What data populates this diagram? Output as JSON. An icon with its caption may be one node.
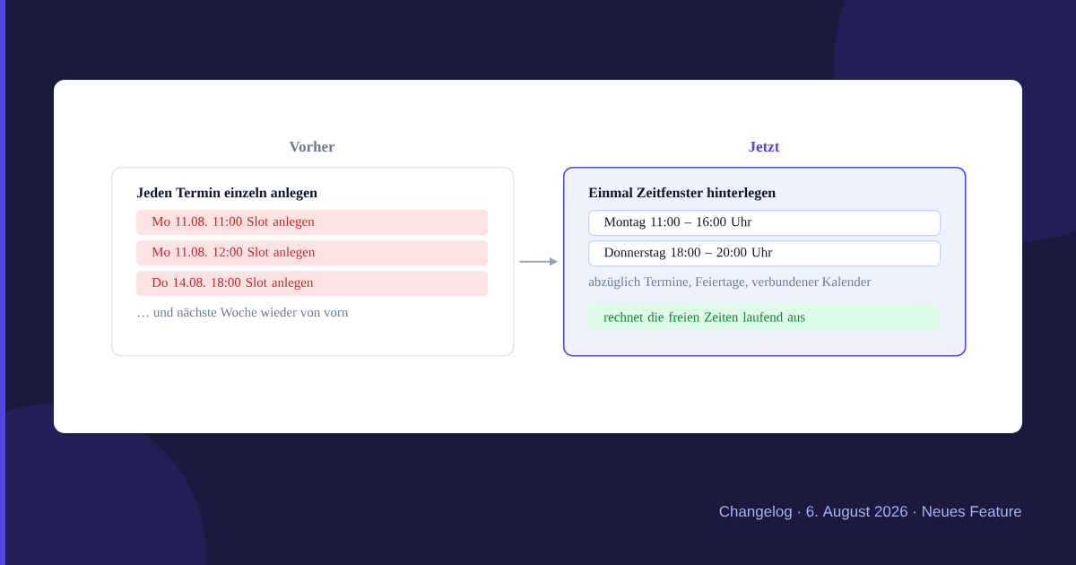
{
  "diagram": {
    "nodes": [
      {
        "text": [
          "Vorher",
          "Jeden Termin einzeln anlegen"
        ]
      },
      {
        "text": [
          "Mo 11.08. 11:00 Slot anlegen"
        ],
        "in": 0
      },
      {
        "text": [
          "Mo 11.08. 12:00 Slot anlegen"
        ],
        "in": 0
      },
      {
        "text": [
          "Do 14.08. 18:00 Slot anlegen"
        ],
        "in": 0
      },
      {
        "text": [
          "Jetzt",
          "Einmal Zeitfenster hinterlegen"
        ]
      },
      {
        "text": [
          "Montag 11:00 – 16:00 Uhr"
        ],
        "in": 4
      },
      {
        "text": [
          "Donnerstag 18:00 – 20:00 Uhr"
        ],
        "in": 4
      },
      {
        "text": [
          "rechnet die freien Zeiten laufend aus"
        ],
        "in": 4
      }
    ],
    "edges": [
      {
        "from": 0,
        "to": 4,
        "arrow": "to"
      }
    ],
    "labels": [
      "… und nächste Woche wieder von vorn",
      "abzüglich Termine, Feiertage, verbundener Kalender",
      "Changelog · 6. August 2026 · Neues Feature"
    ]
  }
}
